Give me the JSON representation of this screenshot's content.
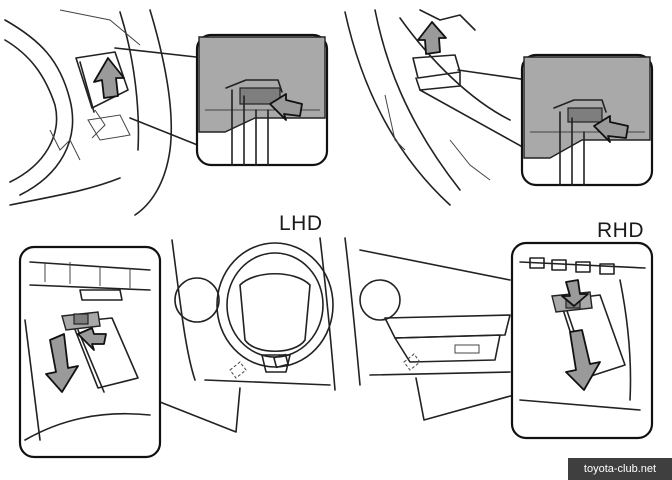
{
  "labels": {
    "lhd": "LHD",
    "rhd": "RHD"
  },
  "watermark": "toyota-club.net",
  "icons": [
    "up-arrow-icon",
    "push-arrow-icon",
    "pull-down-arrow-icon"
  ],
  "colors": {
    "line": "#222222",
    "highlight_fill": "#a9a9a9",
    "watermark_bg": "#3f3f3f"
  }
}
